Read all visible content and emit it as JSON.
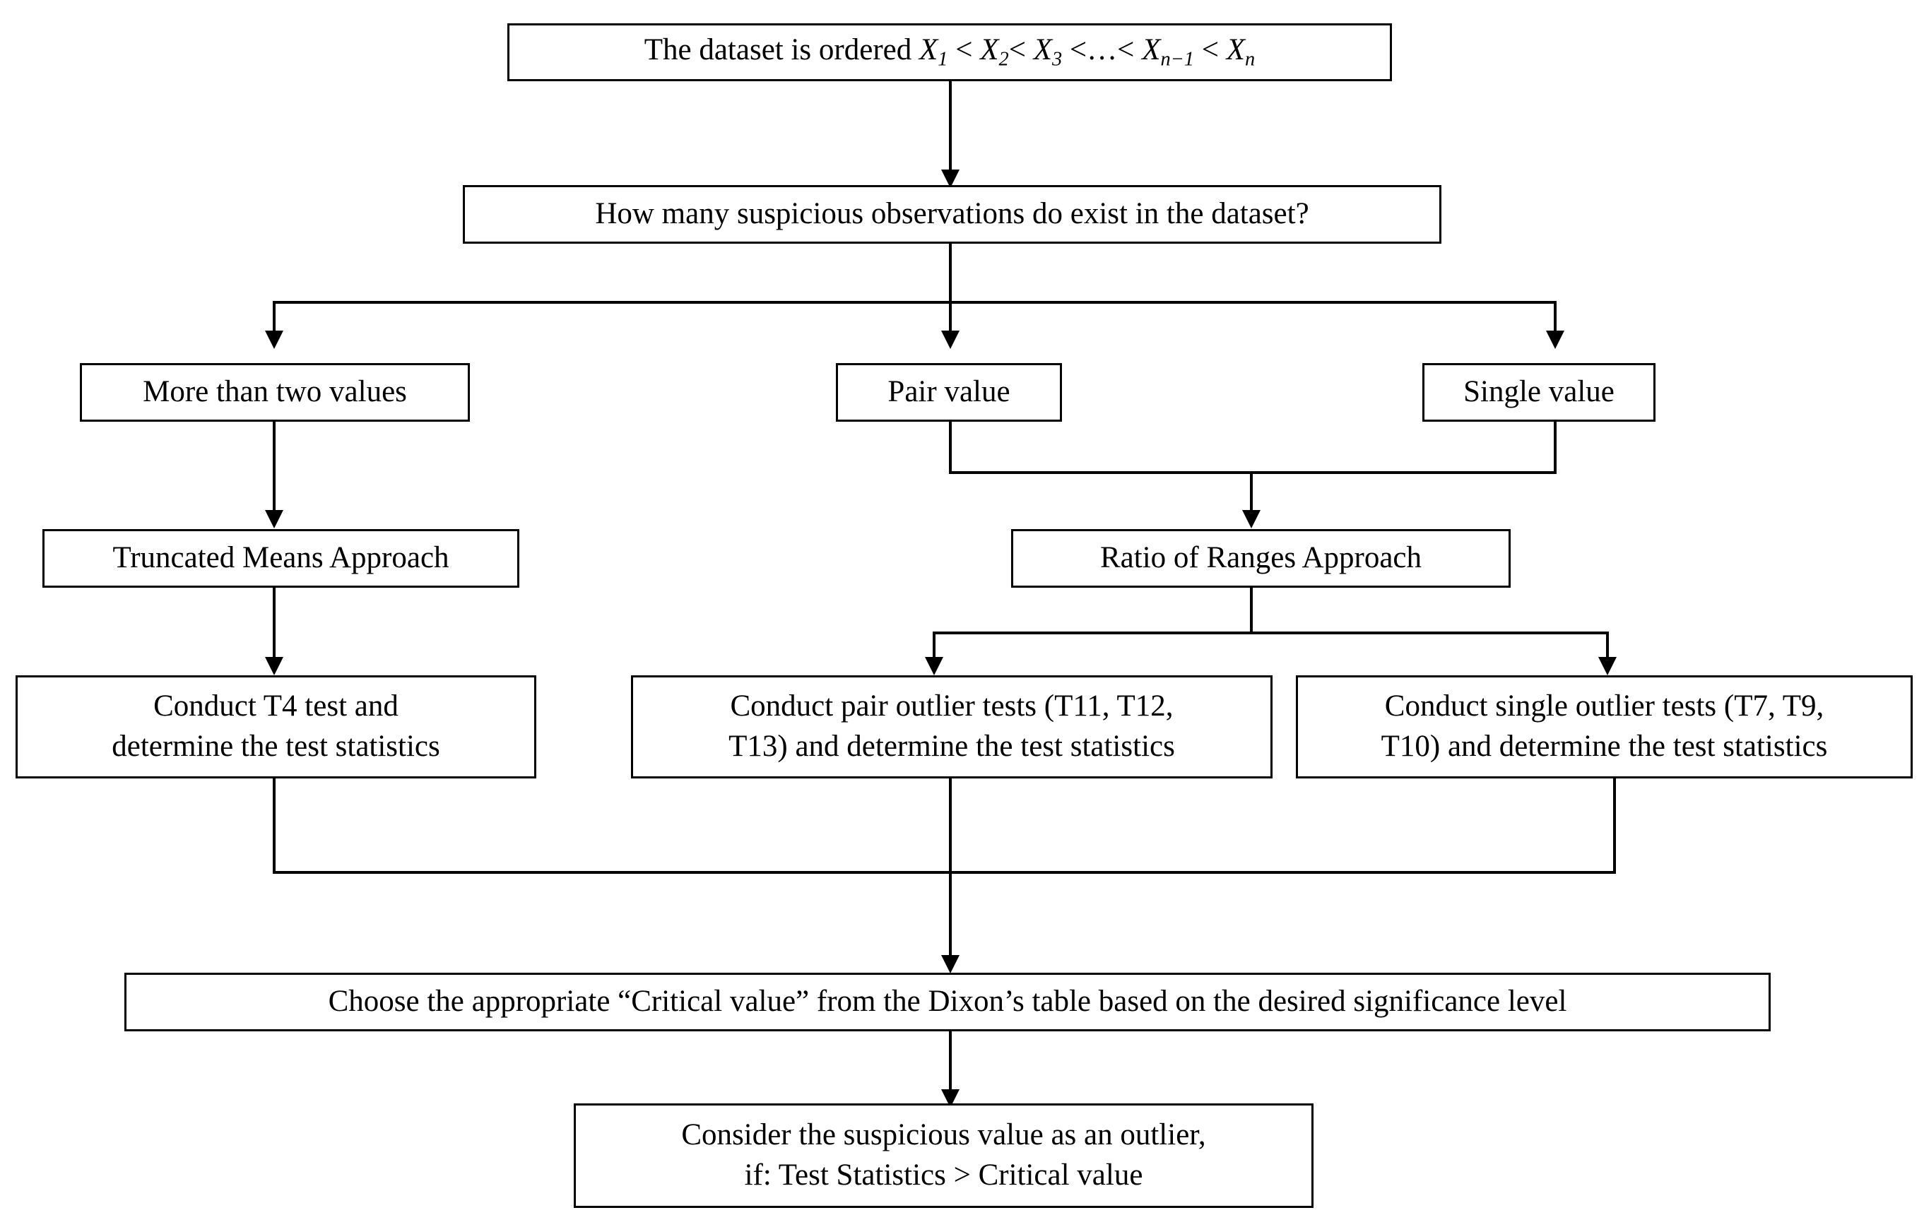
{
  "diagram": {
    "title": "Dixon outlier test decision flowchart",
    "background_color": "#ffffff",
    "line_color": "#000000",
    "node_border_color": "#000000",
    "nodes": {
      "ordered_dataset": {
        "text_prefix": "The dataset is ordered ",
        "math": "X1 < X2< X3 <…< Xn−1 < Xn",
        "parts": {
          "x1": "X",
          "s1": "1",
          "op1": " < ",
          "x2": "X",
          "s2": "2",
          "op2": "< ",
          "x3": "X",
          "s3": "3",
          "op3": " <…< ",
          "x4": "X",
          "s4": "n−1",
          "op4": " < ",
          "x5": "X",
          "s5": "n"
        }
      },
      "question": {
        "text": "How many suspicious observations do exist in the dataset?"
      },
      "more_than_two": {
        "text": "More than two values"
      },
      "pair_value": {
        "text": "Pair value"
      },
      "single_value": {
        "text": "Single value"
      },
      "truncated_means": {
        "text": "Truncated Means Approach"
      },
      "ratio_of_ranges": {
        "text": "Ratio of Ranges Approach"
      },
      "t4_test": {
        "line1": "Conduct T4 test and",
        "line2": "determine the test statistics"
      },
      "pair_tests": {
        "line1": "Conduct pair outlier tests (T11, T12,",
        "line2": "T13) and determine the test statistics"
      },
      "single_tests": {
        "line1": "Conduct single outlier tests (T7, T9,",
        "line2": "T10) and determine the test statistics"
      },
      "critical_value": {
        "text": "Choose the appropriate “Critical value” from the Dixon’s table based on the desired significance level"
      },
      "conclusion": {
        "line1": "Consider the suspicious value as an outlier,",
        "line2": "if: Test Statistics > Critical value"
      }
    }
  }
}
